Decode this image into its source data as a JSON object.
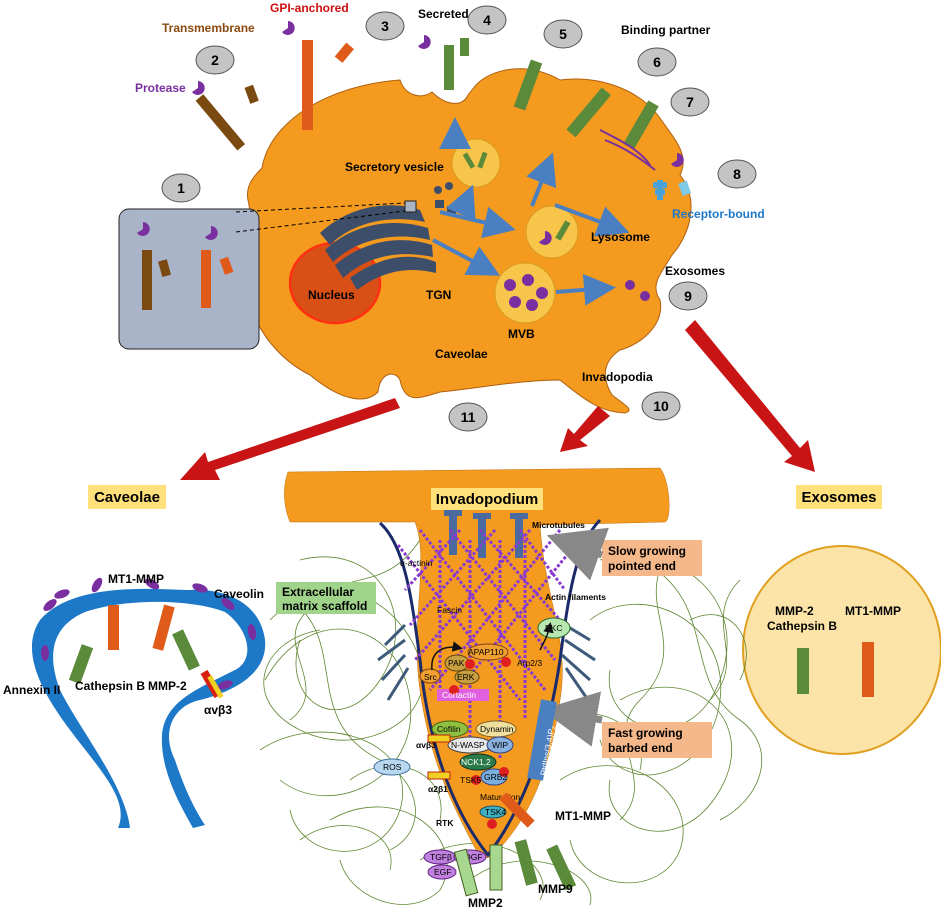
{
  "colors": {
    "cell_orange": "#f39a1f",
    "nucleus_red": "#d85016",
    "golgi": "#3d4e6a",
    "vesicle": "#f7c54a",
    "mmp_green": "#5a8a3a",
    "mmp_orange": "#e05a1a",
    "protease_purple": "#7a2fa0",
    "arrow_red": "#c81414",
    "arrow_blue": "#4a7fc1",
    "caveolin_blue": "#1e78c8",
    "ecm_green": "#4d7a1a",
    "highlight_yellow": "#ffe07a",
    "callout_salmon": "#f5b88a",
    "ecm_label_green": "#9fd48a"
  },
  "top": {
    "numbers": [
      "1",
      "2",
      "3",
      "4",
      "5",
      "6",
      "7",
      "8",
      "9",
      "10",
      "11"
    ],
    "labels": {
      "transmembrane": "Transmembrane",
      "gpi_anchored": "GPI-anchored",
      "secreted": "Secreted",
      "binding_partner": "Binding partner",
      "protease": "Protease",
      "secretory_vesicle": "Secretory vesicle",
      "lysosome": "Lysosome",
      "receptor_bound": "Receptor-bound",
      "exosomes": "Exosomes",
      "nucleus": "Nucleus",
      "tgn": "TGN",
      "mvb": "MVB",
      "caveolae": "Caveolae",
      "invadopodia": "Invadopodia"
    }
  },
  "panels": {
    "caveolae_title": "Caveolae",
    "invadopodium_title": "Invadopodium",
    "exosomes_title": "Exosomes"
  },
  "caveolae": {
    "mt1mmp": "MT1-MMP",
    "caveolin": "Caveolin",
    "annexin": "Annexin II",
    "cathepsin": "Cathepsin B",
    "mmp2": "MMP-2",
    "integrin": "αvβ3"
  },
  "exosome_panel": {
    "left_label_1": "MMP-2",
    "left_label_2": "Cathepsin B",
    "right_label": "MT1-MMP"
  },
  "invadopodium": {
    "microtubules": "Microtubules",
    "alpha_actinin": "α-actinin",
    "fascin": "Fascin",
    "actin_filaments": "Actin filaments",
    "ecm_scaffold_1": "Extracellular",
    "ecm_scaffold_2": "matrix scaffold",
    "slow_1": "Slow growing",
    "slow_2": "pointed end",
    "fast_1": "Fast growing",
    "fast_2": "barbed end",
    "pkc": "PKC",
    "apap": "APAP110",
    "pak": "PAK",
    "src": "Src",
    "erk": "ERK",
    "arp": "Arp2/3",
    "cortactin": "Cortactin",
    "cofilin": "Cofilin",
    "dynamin": "Dynamin",
    "nwasp": "N-WASP",
    "wip": "WIP",
    "nck": "NCK1,2",
    "tks5": "TSK5",
    "grb2": "GRB2",
    "maturation": "Maturation",
    "tks4": "TSK4",
    "pip": "PtdIns(3,4)P₂",
    "ros": "ROS",
    "av_b3": "αvβ3",
    "a2_b1": "α2β1",
    "rtk": "RTK",
    "mt1mmp": "MT1-MMP",
    "tgfb": "TGFβ",
    "pdgf": "PDGF",
    "egf": "EGF",
    "mmp2": "MMP2",
    "mmp9": "MMP9",
    "p": "P"
  }
}
